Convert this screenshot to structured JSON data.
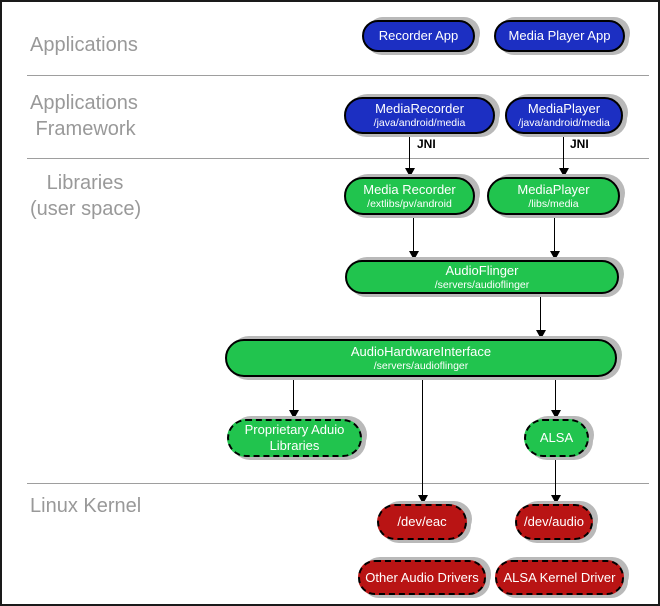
{
  "layers": {
    "applications": {
      "label": "Applications"
    },
    "framework": {
      "label": "Applications\n Framework"
    },
    "libraries": {
      "label": "   Libraries\n(user space)"
    },
    "kernel": {
      "label": "Linux Kernel"
    }
  },
  "jni_labels": {
    "left": "JNI",
    "right": "JNI"
  },
  "nodes": {
    "recorder_app": {
      "title": "Recorder App"
    },
    "media_player_app": {
      "title": "Media Player App"
    },
    "media_recorder_fw": {
      "title": "MediaRecorder",
      "path": "/java/android/media"
    },
    "media_player_fw": {
      "title": "MediaPlayer",
      "path": "/java/android/media"
    },
    "media_recorder_lib": {
      "title": "Media Recorder",
      "path": "/extlibs/pv/android"
    },
    "media_player_lib": {
      "title": "MediaPlayer",
      "path": "/libs/media"
    },
    "audio_flinger": {
      "title": "AudioFlinger",
      "path": "/servers/audioflinger"
    },
    "audio_hw_interface": {
      "title": "AudioHardwareInterface",
      "path": "/servers/audioflinger"
    },
    "proprietary_audio_libs": {
      "line1": "Proprietary Aduio",
      "line2": "Libraries"
    },
    "alsa": {
      "title": "ALSA"
    },
    "dev_eac": {
      "title": "/dev/eac"
    },
    "dev_audio": {
      "title": "/dev/audio"
    },
    "other_audio_drivers": {
      "title": "Other Audio Drivers"
    },
    "alsa_kernel_driver": {
      "title": "ALSA Kernel Driver"
    }
  },
  "colors": {
    "app_blue": "#1c2fc2",
    "lib_green": "#21c44e",
    "kernel_red": "#b91414",
    "box_shadow_gray": "#b9b9b9",
    "divider_gray": "#9e9e9e",
    "layer_label_gray": "#999999",
    "frame_black": "#1a1a1a",
    "node_text_white": "#ffffff"
  }
}
